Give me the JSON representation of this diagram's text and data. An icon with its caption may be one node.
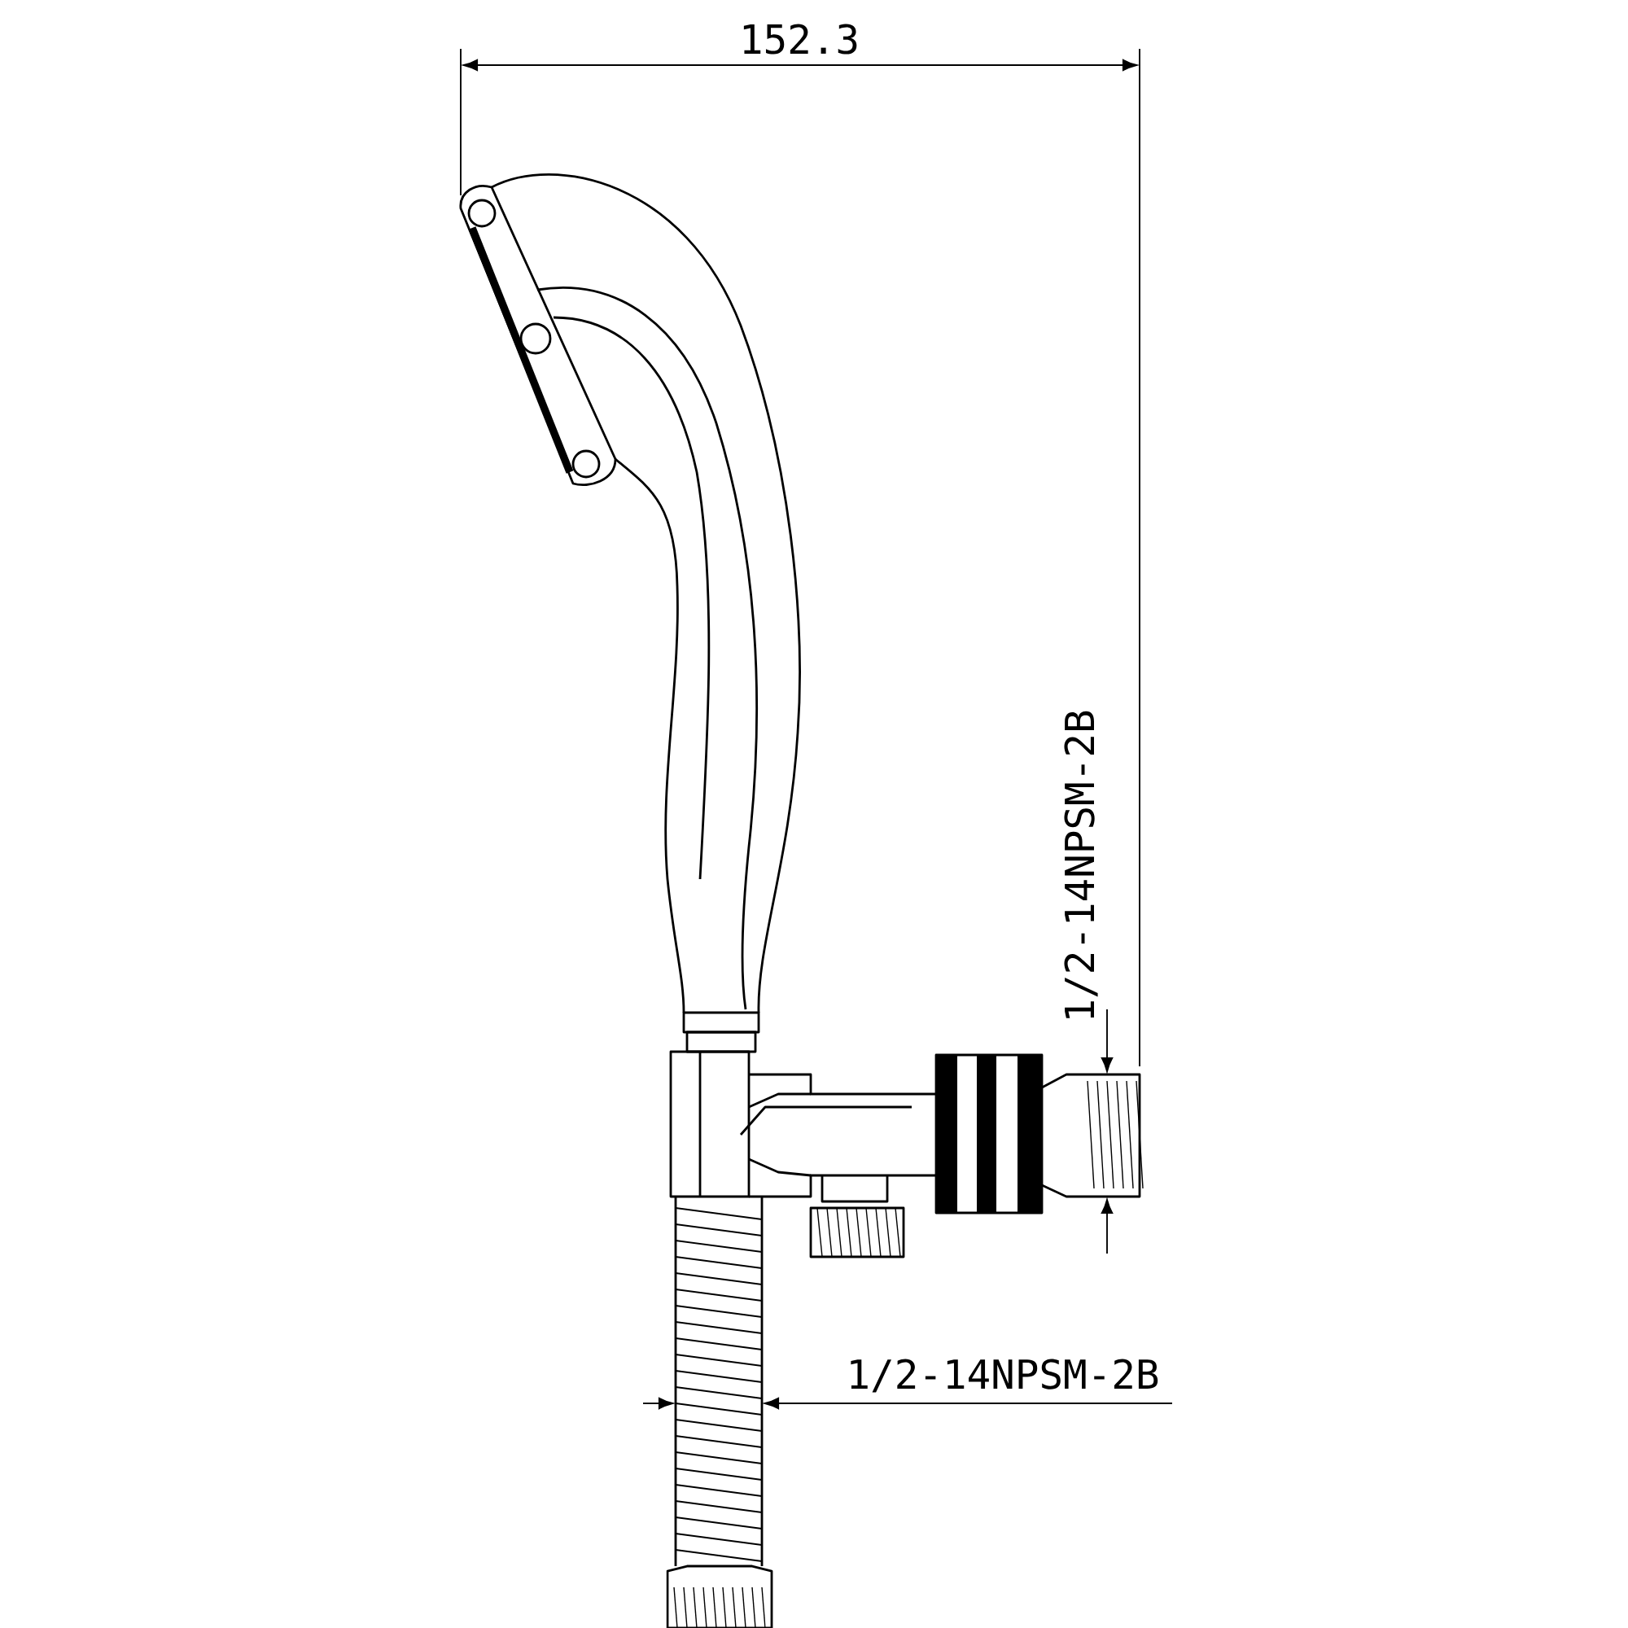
{
  "diagram": {
    "labels": [
      "152.3",
      "1/2-14NPSM-2B",
      "1/2-14NPSM-2B"
    ]
  }
}
